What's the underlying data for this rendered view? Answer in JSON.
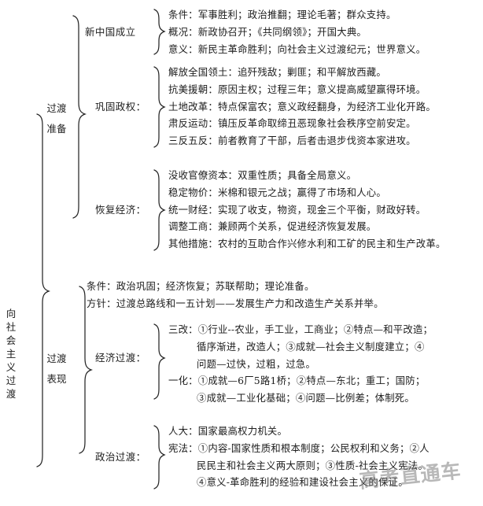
{
  "diagram": {
    "title": "向社会主义过渡",
    "root_label": "向社会主义过渡",
    "watermark": "高考直通车",
    "branches": [
      {
        "label_lines": [
          "过渡",
          "准备"
        ],
        "children": [
          {
            "label": "新中国成立",
            "items": [
              "条件：军事胜利；政治推翻；理论毛著；群众支持。",
              "概况：新政协召开；《共同纲领》；开国大典。",
              "意义：新民主革命胜利；向社会主义过渡纪元；世界意义。"
            ]
          },
          {
            "label": "巩固政权：",
            "items": [
              "解放全国领土：追歼残敌；剿匪；和平解放西藏。",
              "抗美援朝：原因主权；过程三年；意义提高威望赢得环境。",
              "土地改革：特点保富农；意义政经翻身，为经济工业化开路。",
              "肃反运动：镇压反革命取缔丑恶现象社会秩序空前安定。",
              "三反五反：前者教育了干部，后者击退步伐资本家进攻。"
            ]
          },
          {
            "label": "恢复经济：",
            "items": [
              "没收官僚资本：双重性质；具备全局意义。",
              "稳定物价：米棉和银元之战；赢得了市场和人心。",
              "统一财经：实现了收支，物资，现金三个平衡，财政好转。",
              "调整工商：兼顾两个关系，促进经济恢复发展。",
              "其他措施：农村的互助合作兴修水利和工矿的民主和生产改革。"
            ]
          }
        ]
      },
      {
        "label_lines": [
          "过渡",
          "表现"
        ],
        "top_items": [
          "条件：政治巩固；经济恢复；苏联帮助；理论准备。",
          "方针：过渡总路线和一五计划——发展生产力和改造生产关系并举。"
        ],
        "children": [
          {
            "label": "经济过渡：",
            "items": [
              "三改：①行业--农业，手工业，工商业；②特点—和平改造；",
              "循序渐进，改造人；③成就—社会主义制度建立；④",
              "问题—过快，过粗，过急。",
              "一化：①成就—6厂5路1桥；②特点—东北；重工；国防；",
              "③成就—工业化基础；④问题—比例差；体制死。"
            ]
          },
          {
            "label": "政治过渡：",
            "items": [
              "人大：国家最高权力机关。",
              "宪法：①内容-国家性质和根本制度；公民权利和义务；②人",
              "民民主和社会主义两大原则；③性质-社会主义宪法。",
              "④意义-革命胜利的经验和建设社会主义的保证。"
            ]
          }
        ]
      }
    ]
  }
}
